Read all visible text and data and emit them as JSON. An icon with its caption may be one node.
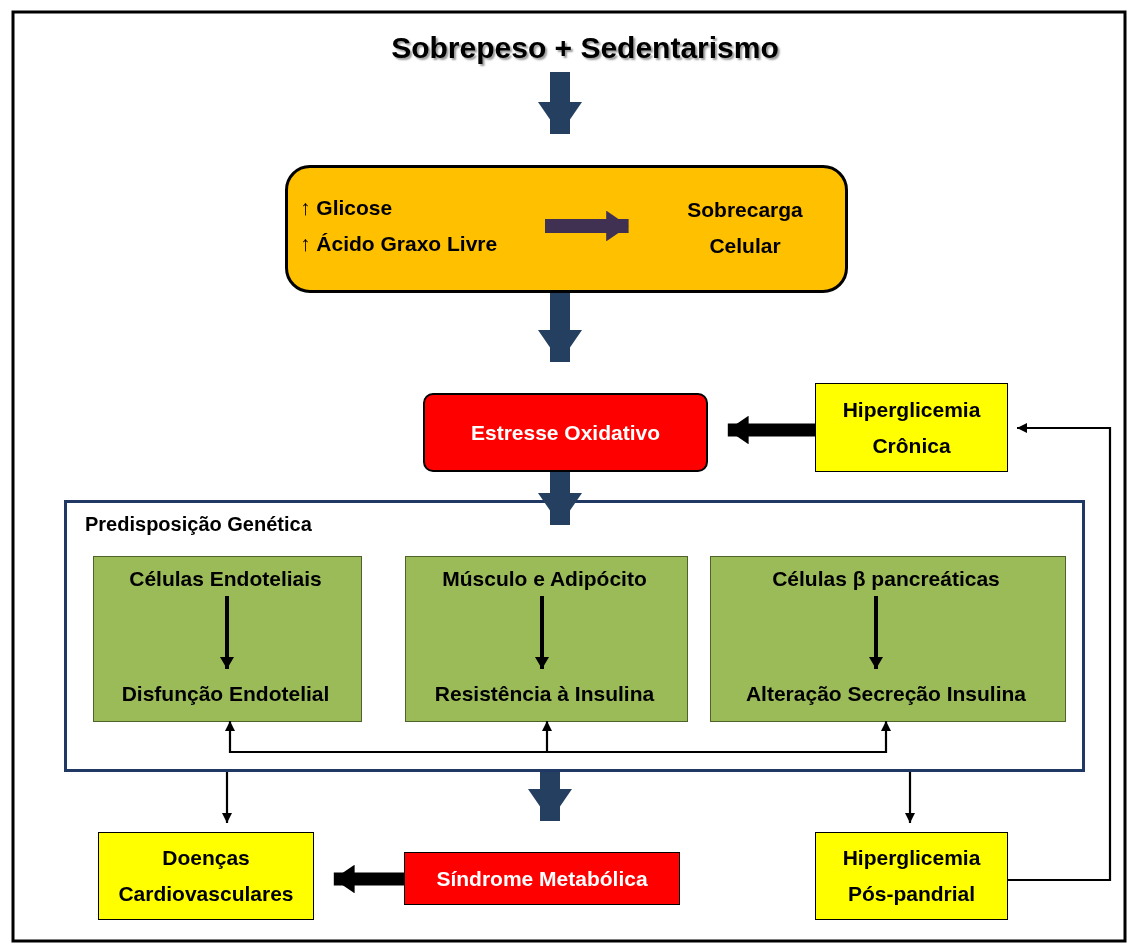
{
  "diagram": {
    "nodes": [
      {
        "text": [
          "Sobrepeso + Sedentarismo"
        ]
      },
      {
        "text": [],
        "shape": "box"
      },
      {
        "text": [
          "↑ Glicose",
          "↑ Ácido Graxo Livre"
        ],
        "in": 1
      },
      {
        "text": [
          "Sobrecarga Celular"
        ],
        "in": 1
      },
      {
        "text": [
          "Estresse Oxidativo"
        ]
      },
      {
        "text": [
          "Hiperglicemia Crônica"
        ]
      },
      {
        "text": [
          "Predisposição Genética"
        ]
      },
      {
        "text": [],
        "shape": "box",
        "in": 6
      },
      {
        "text": [
          "Células Endoteliais"
        ],
        "in": 7
      },
      {
        "text": [
          "Disfunção Endotelial"
        ],
        "in": 7
      },
      {
        "text": [],
        "shape": "box",
        "in": 6
      },
      {
        "text": [
          "Músculo e Adipócito"
        ],
        "in": 10
      },
      {
        "text": [
          "Resistência à Insulina"
        ],
        "in": 10
      },
      {
        "text": [],
        "shape": "box",
        "in": 6
      },
      {
        "text": [
          "Células β pancreáticas"
        ],
        "in": 13
      },
      {
        "text": [
          "Alteração Secreção Insulina"
        ],
        "in": 13
      },
      {
        "text": [
          "Doenças Cardiovasculares"
        ]
      },
      {
        "text": [
          "Síndrome Metabólica"
        ]
      },
      {
        "text": [
          "Hiperglicemia Pós-pandrial"
        ]
      }
    ],
    "edges": [
      {
        "from": 0,
        "to": 1,
        "arrow": "to",
        "style": "thick",
        "color": "#243f60"
      },
      {
        "from": 2,
        "to": 3,
        "arrow": "to",
        "style": "thick",
        "color": "#403152"
      },
      {
        "from": 1,
        "to": 4,
        "arrow": "to",
        "style": "thick",
        "color": "#243f60"
      },
      {
        "from": 5,
        "to": 4,
        "arrow": "to",
        "style": "thick"
      },
      {
        "from": 4,
        "to": 10,
        "arrow": "to",
        "style": "thick",
        "color": "#243f60"
      },
      {
        "from": 8,
        "to": 9,
        "arrow": "to"
      },
      {
        "from": 11,
        "to": 12,
        "arrow": "to"
      },
      {
        "from": 14,
        "to": 15,
        "arrow": "to"
      },
      {
        "from": null,
        "to": 9,
        "arrow": "to"
      },
      {
        "from": null,
        "to": 12,
        "arrow": "to"
      },
      {
        "from": null,
        "to": 15,
        "arrow": "to"
      },
      {
        "from": 6,
        "to": 16,
        "arrow": "to"
      },
      {
        "from": 6,
        "to": 17,
        "arrow": "to",
        "style": "thick",
        "color": "#243f60"
      },
      {
        "from": 6,
        "to": 18,
        "arrow": "to"
      },
      {
        "from": 17,
        "to": 16,
        "arrow": "to",
        "style": "thick"
      },
      {
        "from": 18,
        "to": 5,
        "arrow": "to"
      }
    ]
  }
}
